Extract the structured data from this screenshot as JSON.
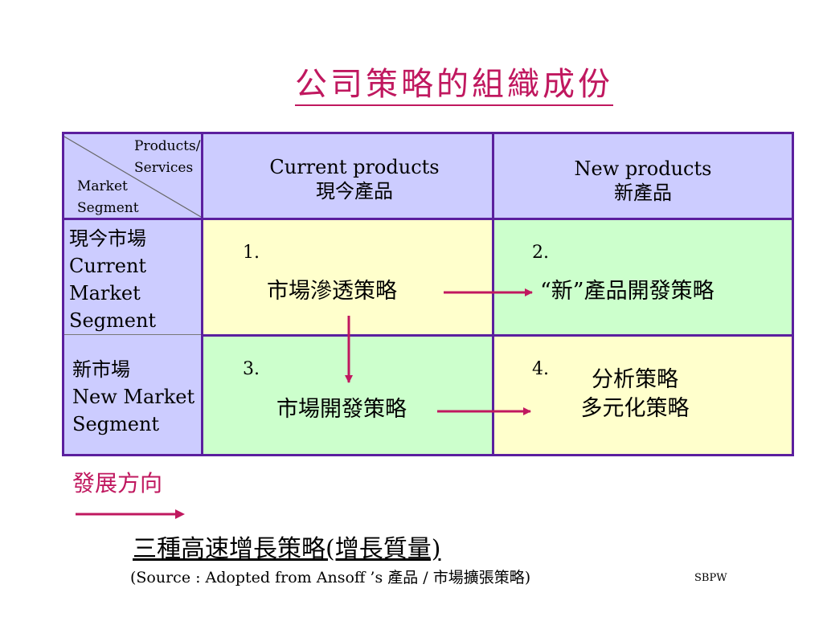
{
  "title": "公司策略的組織成份",
  "matrix": {
    "corner_top": [
      "Products/",
      "Services"
    ],
    "corner_bottom": [
      "Market",
      "Segment"
    ],
    "columns": [
      {
        "line1": "Current products",
        "line2": "現今產品"
      },
      {
        "line1": "New products",
        "line2": "新產品"
      }
    ],
    "rows": [
      {
        "lines": [
          "現今市場",
          "Current",
          "Market",
          "Segment"
        ]
      },
      {
        "lines": [
          "新市場",
          "New Market",
          "Segment"
        ]
      }
    ],
    "cells": [
      {
        "number": "1.",
        "lines": [
          "市場滲透策略"
        ]
      },
      {
        "number": "2.",
        "lines": [
          "“新”產品開發策略"
        ]
      },
      {
        "number": "3.",
        "lines": [
          "市場開發策略"
        ]
      },
      {
        "number": "4.",
        "lines": [
          "分析策略",
          "多元化策略"
        ]
      }
    ]
  },
  "direction_label": "發展方向",
  "subtitle": "三種高速增長策略(增長質量)",
  "source": "(Source : Adopted from Ansoff ’s 產品 / 市場擴張策略)",
  "brand": "SBPW",
  "colors": {
    "accent": "#c0185f",
    "border": "#5b1f9e",
    "header_bg": "#ccccff",
    "yellow_bg": "#ffffcc",
    "green_bg": "#ccffcc"
  }
}
